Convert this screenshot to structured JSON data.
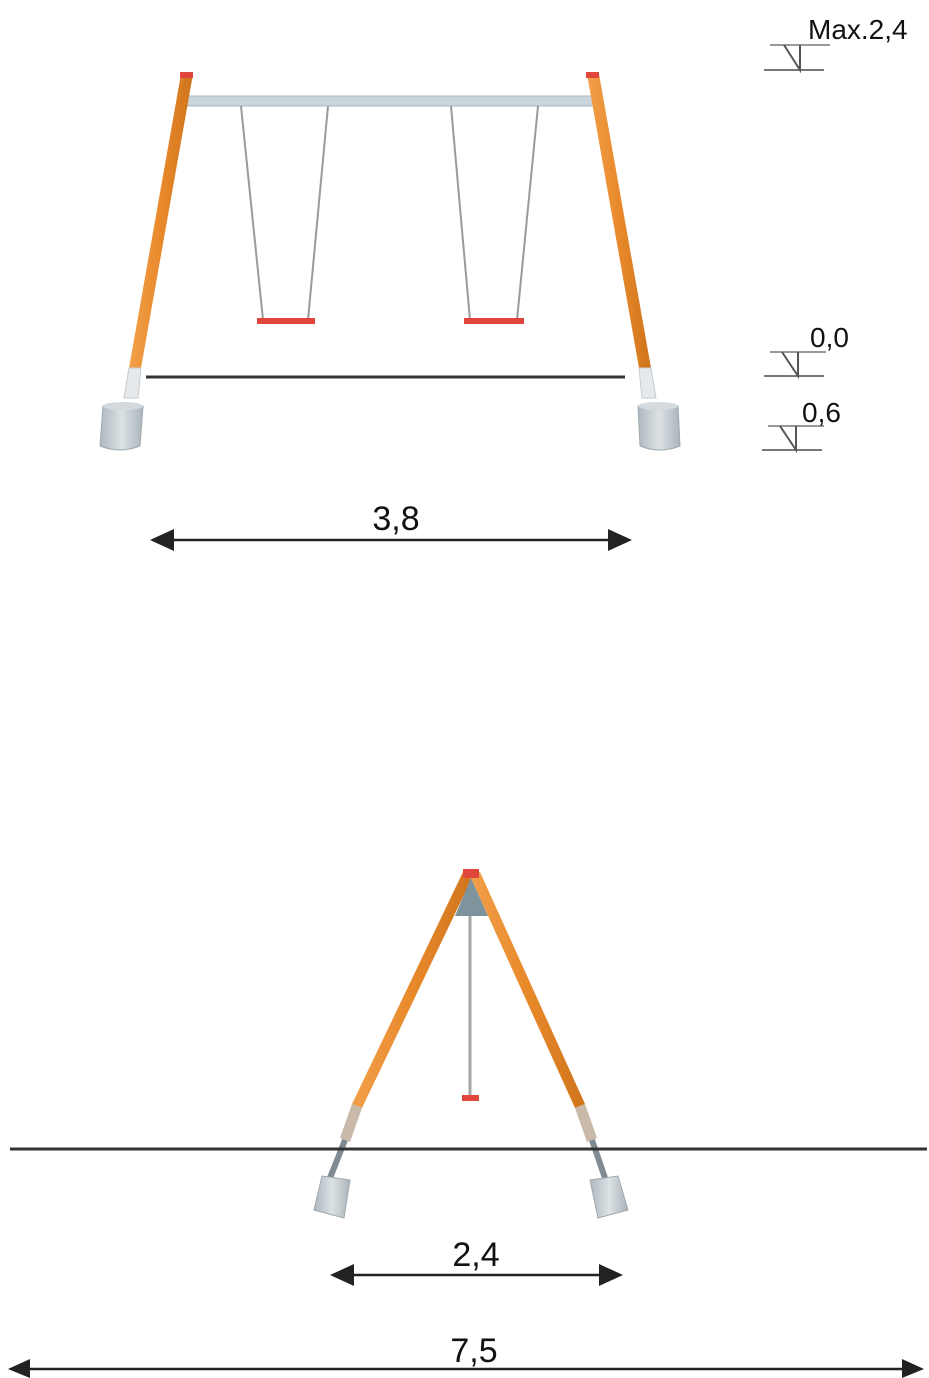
{
  "levels": {
    "max_label": "Max.2,4",
    "ground_label": "0,0",
    "foundation_label": "0,6"
  },
  "dimensions": {
    "front_width": "3,8",
    "side_base": "2,4",
    "side_total": "7,5"
  },
  "colors": {
    "post": "#E8892B",
    "post_dark": "#C9701A",
    "beam": "#C9D5DA",
    "seat": "#E0463B",
    "chain": "#9A9A9A",
    "footing": "#B9C3C8",
    "line": "#333333"
  }
}
